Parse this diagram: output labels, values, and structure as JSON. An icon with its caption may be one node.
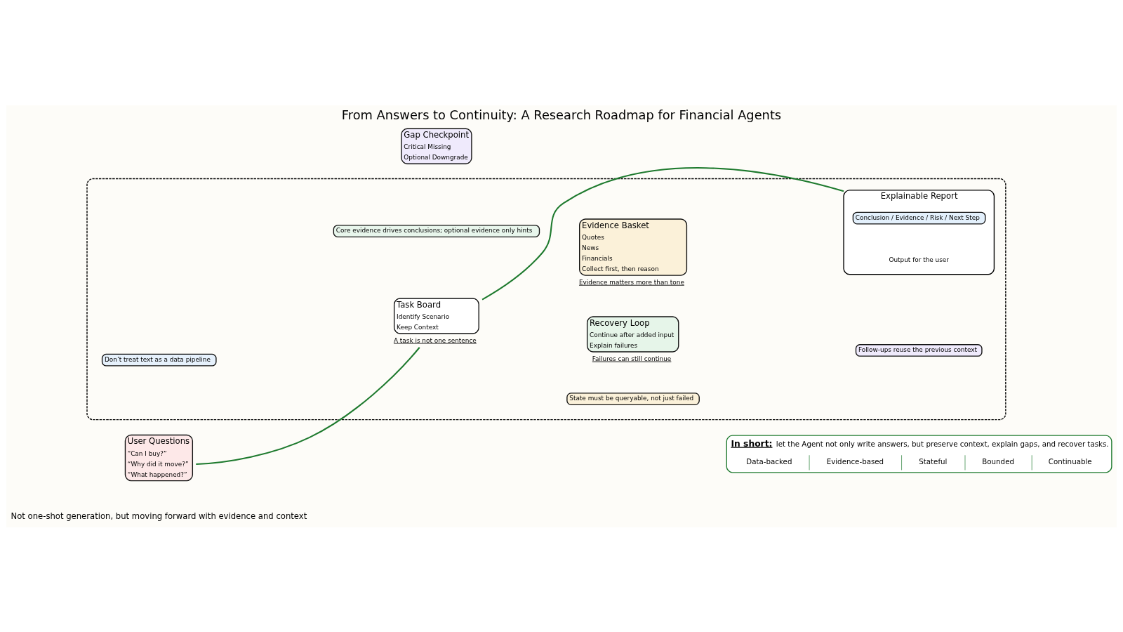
{
  "diagram": {
    "title": "From Answers to Continuity: A Research Roadmap for Financial Agents",
    "nodes": [
      {
        "text": [],
        "shape": "loop"
      },
      {
        "text": [
          "User Questions",
          "“Can I buy?”",
          "“Why did it move?”",
          "“What happened?”"
        ]
      },
      {
        "text": [
          "Task Board",
          "Identify Scenario",
          "Keep Context"
        ],
        "in": 0,
        "beside": [
          "A task is not one sentence"
        ]
      },
      {
        "text": [
          "Gap Checkpoint",
          "Critical Missing",
          "Optional Downgrade"
        ]
      },
      {
        "text": [
          "Evidence Basket",
          "Quotes",
          "News",
          "Financials",
          "Collect first, then reason"
        ],
        "in": 0,
        "beside": [
          "Evidence matters more than tone"
        ]
      },
      {
        "text": [
          "Recovery Loop",
          "Continue after added input",
          "Explain failures"
        ],
        "in": 0,
        "beside": [
          "Failures can still continue"
        ]
      },
      {
        "text": [
          "Explainable Report"
        ],
        "in": 0,
        "beside": [
          "Output for the user"
        ]
      },
      {
        "text": [
          "Conclusion / Evidence / Risk / Next Step"
        ],
        "in": 6
      },
      {
        "text": [
          "Don’t treat text as a data pipeline"
        ],
        "in": 0
      },
      {
        "text": [
          "Core evidence drives conclusions; optional evidence only hints"
        ],
        "in": 0
      },
      {
        "text": [
          "State must be queryable, not just failed"
        ],
        "in": 0
      },
      {
        "text": [
          "Follow-ups reuse the previous context"
        ],
        "in": 0
      },
      {
        "text": [
          "In short:",
          "let the Agent not only write answers, but preserve context, explain gaps, and recover tasks.",
          "Data-backed",
          "Evidence-based",
          "Stateful",
          "Bounded",
          "Continuable"
        ]
      }
    ],
    "edges": [
      {
        "from": 1,
        "to": 2,
        "arrow": "none"
      },
      {
        "from": 2,
        "to": 6,
        "arrow": "none"
      }
    ],
    "labels": [
      "Not one-shot generation, but moving forward with evidence and context"
    ]
  }
}
